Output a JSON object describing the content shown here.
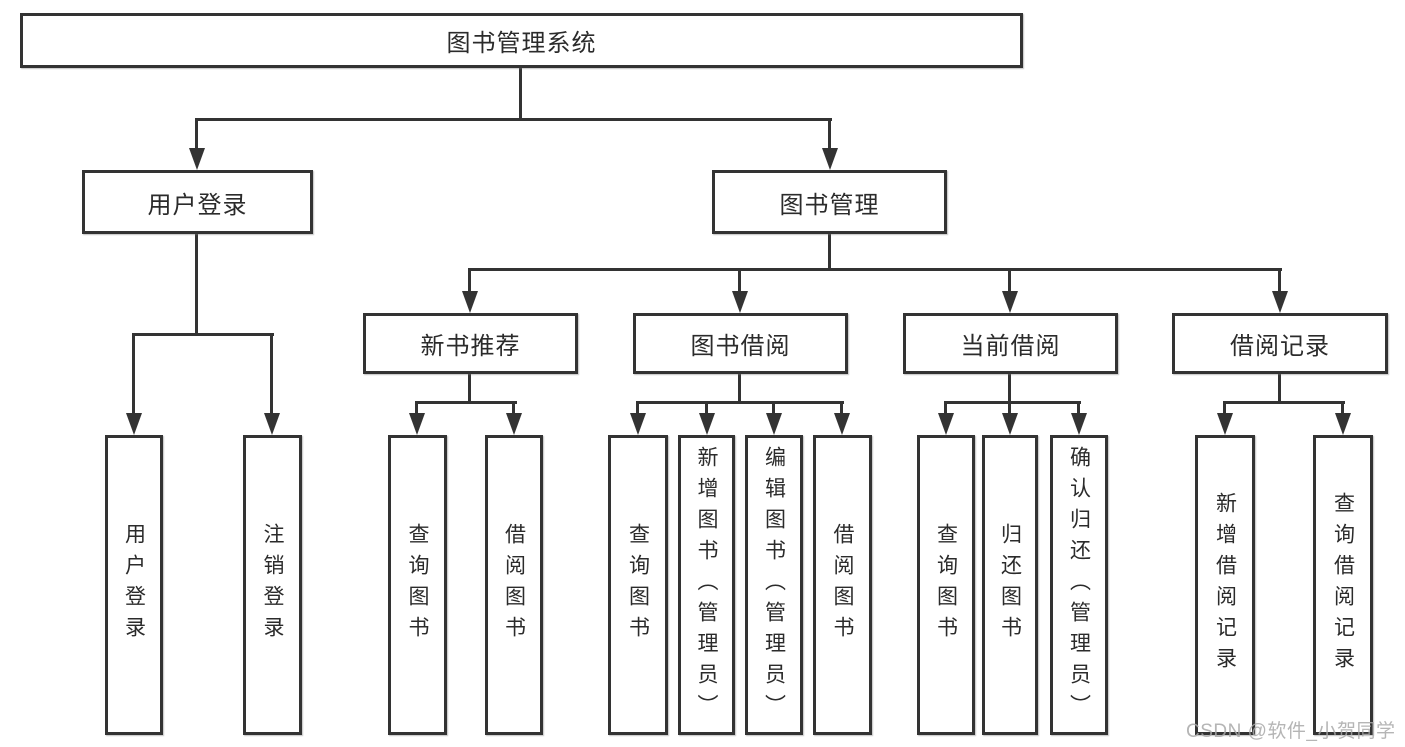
{
  "diagram": {
    "type": "hierarchy-tree",
    "colors": {
      "line": "#333333",
      "box_border": "#333333",
      "box_fill": "#ffffff",
      "text": "#2b2b2b",
      "watermark": "#a8a8a8",
      "background": "#ffffff"
    },
    "nodes": {
      "root": {
        "label": "图书管理系统"
      },
      "user_login": {
        "label": "用户登录"
      },
      "book_mgmt": {
        "label": "图书管理"
      },
      "new_book_rec": {
        "label": "新书推荐"
      },
      "book_borrow": {
        "label": "图书借阅"
      },
      "current_borrow": {
        "label": "当前借阅"
      },
      "borrow_records": {
        "label": "借阅记录"
      },
      "leaf_user_login": {
        "label": "用户登录"
      },
      "leaf_logout": {
        "label": "注销登录"
      },
      "leaf_query_book_1": {
        "label": "查询图书"
      },
      "leaf_borrow_book_1": {
        "label": "借阅图书"
      },
      "leaf_query_book_2": {
        "label": "查询图书"
      },
      "leaf_add_book": {
        "label": "新增图书（管理员）"
      },
      "leaf_edit_book": {
        "label": "编辑图书（管理员）"
      },
      "leaf_borrow_book_2": {
        "label": "借阅图书"
      },
      "leaf_query_book_3": {
        "label": "查询图书"
      },
      "leaf_return_book": {
        "label": "归还图书"
      },
      "leaf_confirm_return": {
        "label": "确认归还（管理员）"
      },
      "leaf_add_record": {
        "label": "新增借阅记录"
      },
      "leaf_query_record": {
        "label": "查询借阅记录"
      }
    },
    "edges": [
      "root->user_login",
      "root->book_mgmt",
      "user_login->leaf_user_login",
      "user_login->leaf_logout",
      "book_mgmt->new_book_rec",
      "book_mgmt->book_borrow",
      "book_mgmt->current_borrow",
      "book_mgmt->borrow_records",
      "new_book_rec->leaf_query_book_1",
      "new_book_rec->leaf_borrow_book_1",
      "book_borrow->leaf_query_book_2",
      "book_borrow->leaf_add_book",
      "book_borrow->leaf_edit_book",
      "book_borrow->leaf_borrow_book_2",
      "current_borrow->leaf_query_book_3",
      "current_borrow->leaf_return_book",
      "current_borrow->leaf_confirm_return",
      "borrow_records->leaf_add_record",
      "borrow_records->leaf_query_record"
    ],
    "watermark": {
      "text": "CSDN @软件_小贺同学"
    }
  }
}
